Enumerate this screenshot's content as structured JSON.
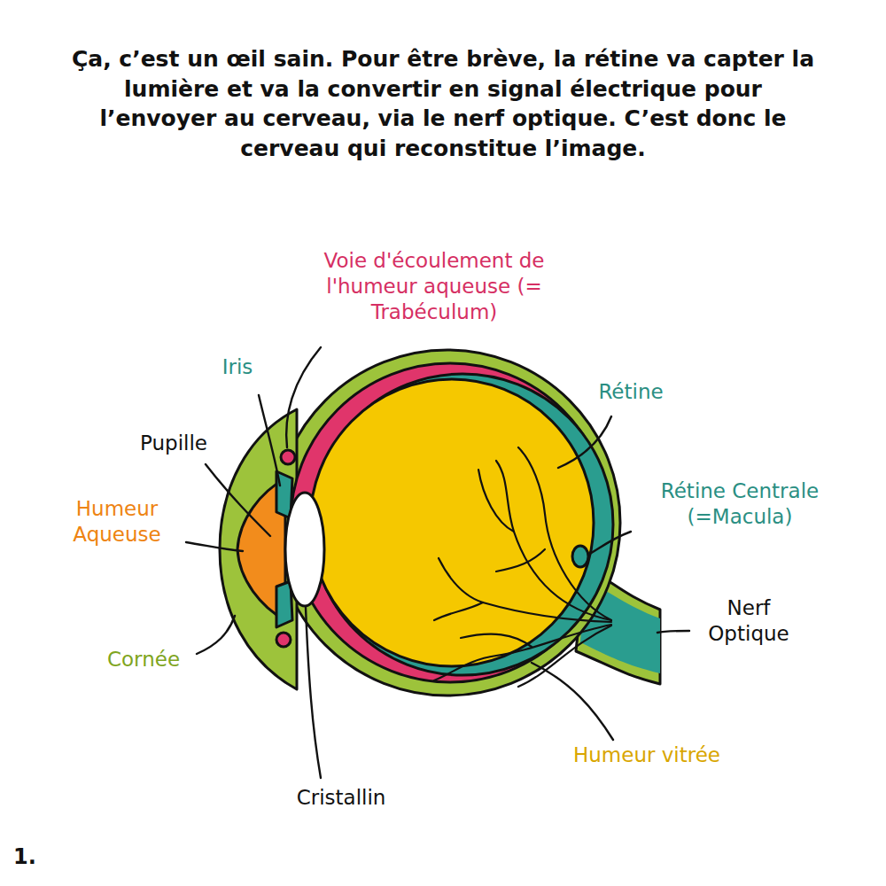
{
  "diagram": {
    "title": "Ça, c’est un œil sain. Pour être brève, la rétine va capter la lumière et va la convertir en signal électrique pour l’envoyer au cerveau, via le nerf optique. C’est donc le cerveau qui reconstitue l’image.",
    "labels": [
      "Voie d'écoulement de l'humeur aqueuse (= Trabéculum)",
      "Iris",
      "Pupille",
      "Humeur Aqueuse",
      "Cornée",
      "Cristallin",
      "Rétine",
      "Rétine Centrale (=Macula)",
      "Nerf Optique",
      "Humeur vitrée",
      "1."
    ]
  }
}
